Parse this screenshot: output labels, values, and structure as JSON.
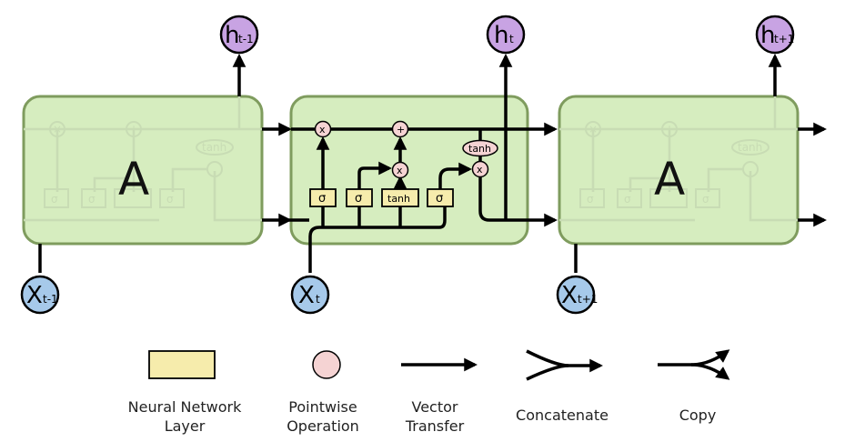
{
  "cells": {
    "left_label": "A",
    "right_label": "A"
  },
  "inputs": [
    {
      "main": "X",
      "sub": "t-1"
    },
    {
      "main": "X",
      "sub": "t"
    },
    {
      "main": "X",
      "sub": "t+1"
    }
  ],
  "outputs": [
    {
      "main": "h",
      "sub": "t-1"
    },
    {
      "main": "h",
      "sub": "t"
    },
    {
      "main": "h",
      "sub": "t+1"
    }
  ],
  "center_cell": {
    "layers": [
      "σ",
      "σ",
      "tanh",
      "σ"
    ],
    "ops": {
      "forget": "x",
      "add": "+",
      "input": "x",
      "tanh": "tanh",
      "output": "x"
    }
  },
  "ghost": {
    "sigma": "σ",
    "times": "×",
    "plus": "+",
    "tanh": "tanh"
  },
  "legend": {
    "neural_network": "Neural Network\nLayer",
    "pointwise": "Pointwise\nOperation",
    "vector_transfer": "Vector\nTransfer",
    "concatenate": "Concatenate",
    "copy": "Copy"
  },
  "colors": {
    "cell_fill": "#d6edbf",
    "cell_stroke": "#7f9c5e",
    "nn_layer": "#f6ecac",
    "pointwise": "#f5d3d3",
    "input_node": "#a6c9ea",
    "output_node": "#c8a3e3"
  }
}
